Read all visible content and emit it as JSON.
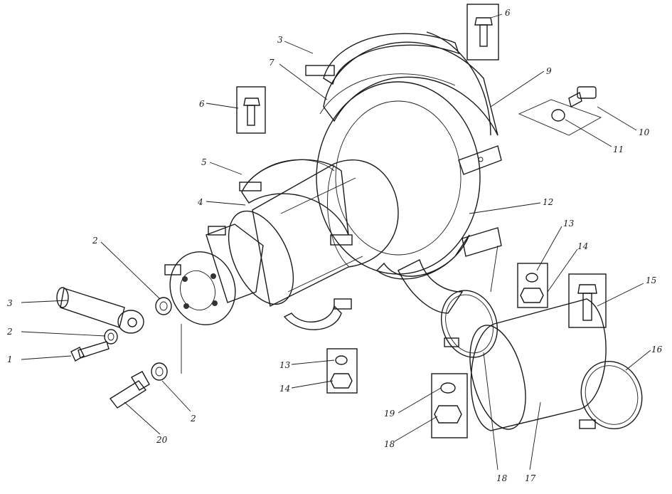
{
  "callouts": {
    "c1": "1",
    "c2a": "2",
    "c2b": "2",
    "c2c": "2",
    "c3a": "3",
    "c3b": "3",
    "c4": "4",
    "c5": "5",
    "c6a": "6",
    "c6b": "6",
    "c7": "7",
    "c9": "9",
    "c10": "10",
    "c11": "11",
    "c12": "12",
    "c13a": "13",
    "c13b": "13",
    "c14a": "14",
    "c14b": "14",
    "c15": "15",
    "c16": "16",
    "c17": "17",
    "c18a": "18",
    "c18b": "18",
    "c19": "19",
    "c20": "20"
  },
  "colors": {
    "ink": "#1a1a1a",
    "background": "#ffffff",
    "stipple": "#9a9a9a"
  }
}
